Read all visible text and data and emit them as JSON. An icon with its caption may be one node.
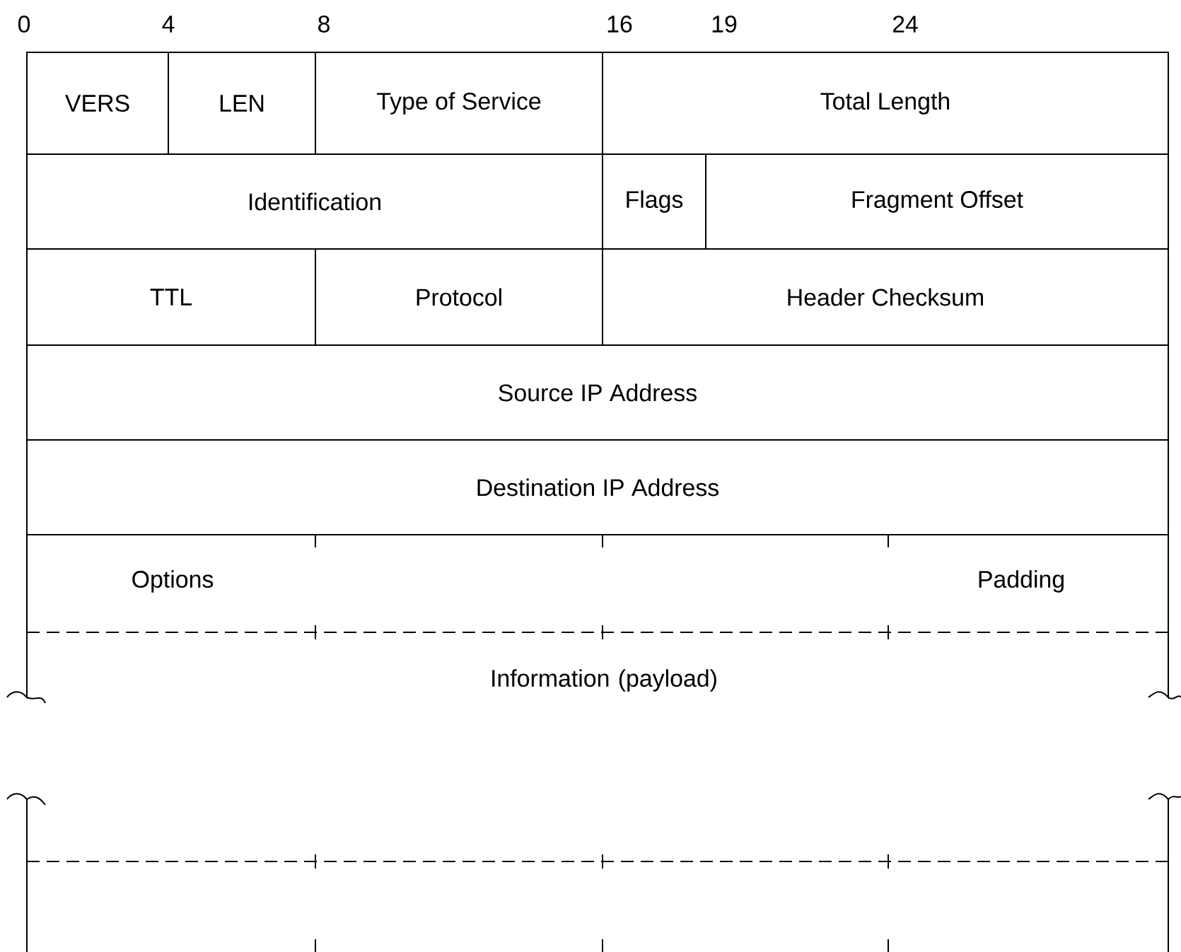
{
  "diagram": {
    "nodes": [
      {
        "text": [
          "VERS"
        ]
      },
      {
        "text": [
          "LEN"
        ]
      },
      {
        "text": [
          "Type of Service"
        ]
      },
      {
        "text": [
          "Total Length"
        ]
      },
      {
        "text": [
          "Identification"
        ]
      },
      {
        "text": [
          "Flags"
        ]
      },
      {
        "text": [
          "Fragment Offset"
        ]
      },
      {
        "text": [
          "TTL"
        ]
      },
      {
        "text": [
          "Protocol"
        ]
      },
      {
        "text": [
          "Header Checksum"
        ]
      },
      {
        "text": [
          "Source IP Address"
        ]
      },
      {
        "text": [
          "Destination IP Address"
        ]
      },
      {
        "text": [
          "Options",
          "Padding"
        ]
      },
      {
        "text": [
          "Information (payload)"
        ]
      }
    ],
    "labels": [
      "0",
      "4",
      "8",
      "16",
      "19",
      "24"
    ]
  }
}
